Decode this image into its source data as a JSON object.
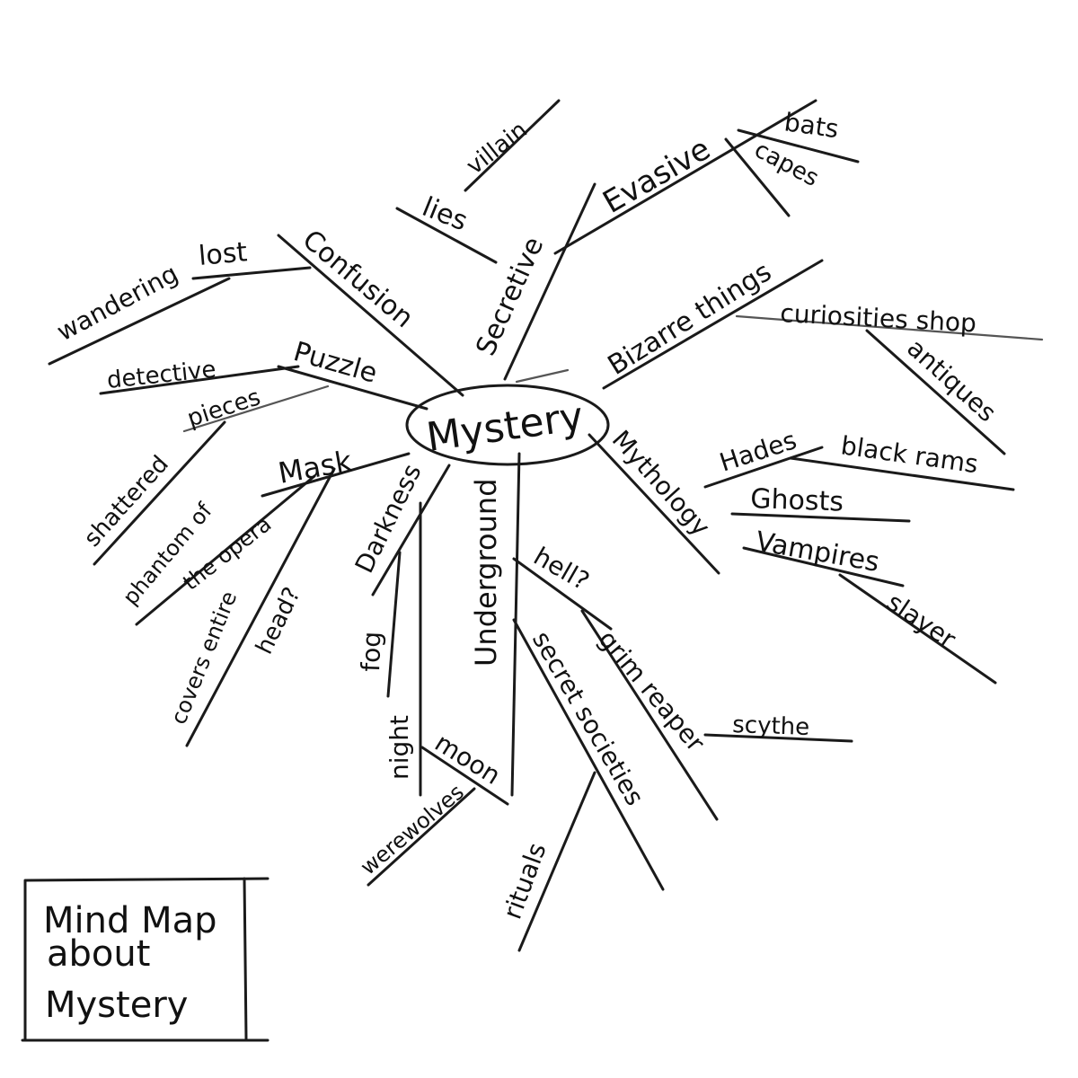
{
  "center": "Mystery",
  "title_box": {
    "line1": "Mind Map",
    "line2": "about",
    "line3": "Mystery"
  },
  "branches": {
    "confusion": "Confusion",
    "lost": "lost",
    "wandering": "wandering",
    "puzzle": "Puzzle",
    "detective": "detective",
    "pieces": "pieces",
    "shattered": "shattered",
    "mask": "Mask",
    "phantom_1": "phantom of",
    "phantom_2": "the opera",
    "covers": "covers entire",
    "head": "head?",
    "darkness": "Darkness",
    "fog": "fog",
    "night": "night",
    "moon": "moon",
    "werewolves": "werewolves",
    "underground": "Underground",
    "hell": "hell?",
    "grim_reaper": "grim reaper",
    "scythe": "scythe",
    "secret_societies": "secret societies",
    "rituals": "rituals",
    "mythology": "Mythology",
    "hades": "Hades",
    "black_rams": "black rams",
    "ghosts": "Ghosts",
    "vampires": "Vampires",
    "slayer": "slayer",
    "bizarre": "Bizarre things",
    "curiosities": "curiosities shop",
    "antiques": "antiques",
    "secretive": "Secretive",
    "evasive": "Evasive",
    "bats": "bats",
    "capes": "capes",
    "lies": "lies",
    "villain": "villain"
  }
}
